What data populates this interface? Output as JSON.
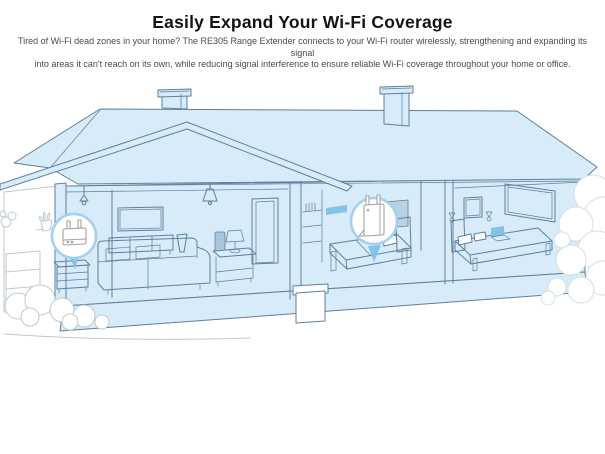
{
  "header": {
    "title": "Easily Expand Your Wi-Fi Coverage",
    "description_line1": "Tired of Wi-Fi dead zones in your home? The RE305 Range Extender connects to your Wi-Fi router wirelessly, strengthening and expanding its signal",
    "description_line2": "into areas it can't reach on its own, while reducing signal interference to ensure reliable Wi-Fi coverage throughout your home or office."
  },
  "illustration": {
    "description": "cutaway-house-with-wifi-devices",
    "devices": [
      {
        "name": "wifi-router",
        "location": "living-room-side-table-callout"
      },
      {
        "name": "re305-range-extender",
        "location": "hallway-wall-outlet-callout"
      }
    ]
  },
  "colors": {
    "page_bg": "#ffffff",
    "title_color": "#141414",
    "text_color": "#4a4a4a",
    "house_fill": "#d7ebf9",
    "line": "#5f7f9c",
    "sketch": "#bcc9d3",
    "bush_line": "#d5dee4",
    "callout": "#a4d1ee",
    "accent": "#85c2ea",
    "device_line": "#a8a19c",
    "dark_item": "#a9c6dc",
    "panel_fill": "#b9d3e6"
  }
}
